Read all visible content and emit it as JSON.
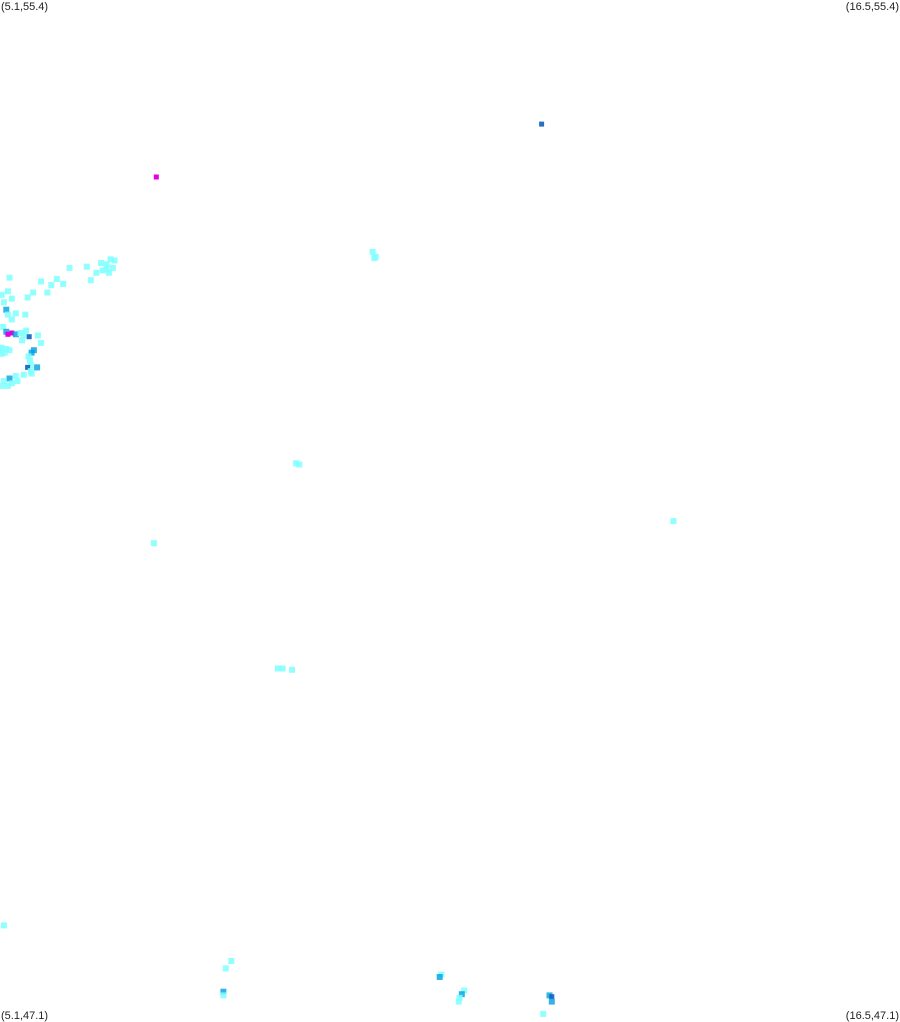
{
  "map": {
    "corners": {
      "top_left": "(5.1,55.4)",
      "top_right": "(16.5,55.4)",
      "bottom_left": "(5.1,47.1)",
      "bottom_right": "(16.5,47.1)"
    },
    "extent": {
      "lon_min": 5.1,
      "lon_max": 16.5,
      "lat_min": 47.1,
      "lat_max": 55.4
    },
    "colors": {
      "low": "#7fffff",
      "mid": "#00a0e0",
      "high": "#1060c0",
      "peak": "#e000e0"
    },
    "points": [
      {
        "lon": 11.96,
        "lat": 54.39,
        "level": "high"
      },
      {
        "lon": 7.08,
        "lat": 53.96,
        "level": "peak"
      },
      {
        "lon": 9.82,
        "lat": 53.35,
        "level": "low"
      },
      {
        "lon": 9.86,
        "lat": 53.31,
        "level": "low"
      },
      {
        "lon": 9.84,
        "lat": 53.3,
        "level": "low"
      },
      {
        "lon": 6.2,
        "lat": 53.23,
        "level": "low"
      },
      {
        "lon": 6.38,
        "lat": 53.26,
        "level": "low"
      },
      {
        "lon": 6.45,
        "lat": 53.25,
        "level": "low"
      },
      {
        "lon": 6.5,
        "lat": 53.29,
        "level": "low"
      },
      {
        "lon": 6.55,
        "lat": 53.28,
        "level": "low"
      },
      {
        "lon": 6.4,
        "lat": 53.2,
        "level": "low"
      },
      {
        "lon": 6.48,
        "lat": 53.18,
        "level": "low"
      },
      {
        "lon": 6.53,
        "lat": 53.22,
        "level": "low"
      },
      {
        "lon": 6.45,
        "lat": 53.21,
        "level": "low"
      },
      {
        "lon": 6.32,
        "lat": 53.18,
        "level": "low"
      },
      {
        "lon": 6.25,
        "lat": 53.12,
        "level": "low"
      },
      {
        "lon": 5.98,
        "lat": 53.22,
        "level": "low"
      },
      {
        "lon": 5.82,
        "lat": 53.13,
        "level": "low"
      },
      {
        "lon": 5.75,
        "lat": 53.08,
        "level": "low"
      },
      {
        "lon": 5.62,
        "lat": 53.11,
        "level": "low"
      },
      {
        "lon": 5.9,
        "lat": 53.09,
        "level": "low"
      },
      {
        "lon": 5.7,
        "lat": 53.02,
        "level": "low"
      },
      {
        "lon": 5.52,
        "lat": 53.02,
        "level": "low"
      },
      {
        "lon": 5.45,
        "lat": 52.98,
        "level": "low"
      },
      {
        "lon": 5.22,
        "lat": 53.14,
        "level": "low"
      },
      {
        "lon": 5.2,
        "lat": 53.03,
        "level": "low"
      },
      {
        "lon": 5.12,
        "lat": 53.0,
        "level": "low"
      },
      {
        "lon": 5.15,
        "lat": 52.94,
        "level": "low"
      },
      {
        "lon": 5.25,
        "lat": 52.97,
        "level": "low"
      },
      {
        "lon": 5.18,
        "lat": 52.88,
        "level": "mid"
      },
      {
        "lon": 5.2,
        "lat": 52.84,
        "level": "low"
      },
      {
        "lon": 5.3,
        "lat": 52.85,
        "level": "low"
      },
      {
        "lon": 5.42,
        "lat": 52.84,
        "level": "low"
      },
      {
        "lon": 5.25,
        "lat": 52.8,
        "level": "low"
      },
      {
        "lon": 5.14,
        "lat": 52.74,
        "level": "low"
      },
      {
        "lon": 5.18,
        "lat": 52.7,
        "level": "mid"
      },
      {
        "lon": 5.2,
        "lat": 52.68,
        "level": "peak"
      },
      {
        "lon": 5.25,
        "lat": 52.69,
        "level": "peak"
      },
      {
        "lon": 5.3,
        "lat": 52.68,
        "level": "mid"
      },
      {
        "lon": 5.36,
        "lat": 52.69,
        "level": "low"
      },
      {
        "lon": 5.43,
        "lat": 52.71,
        "level": "low"
      },
      {
        "lon": 5.4,
        "lat": 52.67,
        "level": "low"
      },
      {
        "lon": 5.38,
        "lat": 52.63,
        "level": "low"
      },
      {
        "lon": 5.47,
        "lat": 52.66,
        "level": "high"
      },
      {
        "lon": 5.58,
        "lat": 52.67,
        "level": "low"
      },
      {
        "lon": 5.62,
        "lat": 52.61,
        "level": "low"
      },
      {
        "lon": 5.53,
        "lat": 52.55,
        "level": "mid"
      },
      {
        "lon": 5.5,
        "lat": 52.53,
        "level": "mid"
      },
      {
        "lon": 5.46,
        "lat": 52.5,
        "level": "low"
      },
      {
        "lon": 5.48,
        "lat": 52.47,
        "level": "low"
      },
      {
        "lon": 5.49,
        "lat": 52.43,
        "level": "low"
      },
      {
        "lon": 5.45,
        "lat": 52.41,
        "level": "high"
      },
      {
        "lon": 5.57,
        "lat": 52.41,
        "level": "mid"
      },
      {
        "lon": 5.49,
        "lat": 52.38,
        "level": "low"
      },
      {
        "lon": 5.5,
        "lat": 52.36,
        "level": "low"
      },
      {
        "lon": 5.4,
        "lat": 52.35,
        "level": "low"
      },
      {
        "lon": 5.3,
        "lat": 52.34,
        "level": "low"
      },
      {
        "lon": 5.22,
        "lat": 52.32,
        "level": "mid"
      },
      {
        "lon": 5.15,
        "lat": 52.3,
        "level": "low"
      },
      {
        "lon": 5.25,
        "lat": 52.28,
        "level": "low"
      },
      {
        "lon": 5.2,
        "lat": 52.26,
        "level": "low"
      },
      {
        "lon": 5.32,
        "lat": 52.3,
        "level": "low"
      },
      {
        "lon": 5.13,
        "lat": 52.26,
        "level": "low"
      },
      {
        "lon": 5.12,
        "lat": 52.57,
        "level": "low"
      },
      {
        "lon": 5.18,
        "lat": 52.56,
        "level": "low"
      },
      {
        "lon": 5.1,
        "lat": 52.56,
        "level": "low"
      },
      {
        "lon": 5.16,
        "lat": 52.53,
        "level": "low"
      },
      {
        "lon": 5.12,
        "lat": 52.52,
        "level": "low"
      },
      {
        "lon": 5.22,
        "lat": 52.55,
        "level": "low"
      },
      {
        "lon": 8.85,
        "lat": 51.63,
        "level": "low"
      },
      {
        "lon": 8.89,
        "lat": 51.62,
        "level": "low"
      },
      {
        "lon": 13.63,
        "lat": 51.16,
        "level": "low"
      },
      {
        "lon": 7.05,
        "lat": 50.98,
        "level": "low"
      },
      {
        "lon": 8.62,
        "lat": 49.96,
        "level": "low"
      },
      {
        "lon": 8.68,
        "lat": 49.96,
        "level": "low"
      },
      {
        "lon": 8.8,
        "lat": 49.95,
        "level": "low"
      },
      {
        "lon": 5.15,
        "lat": 47.87,
        "level": "low"
      },
      {
        "lon": 8.03,
        "lat": 47.58,
        "level": "low"
      },
      {
        "lon": 7.96,
        "lat": 47.52,
        "level": "low"
      },
      {
        "lon": 7.93,
        "lat": 47.33,
        "level": "mid"
      },
      {
        "lon": 7.93,
        "lat": 47.3,
        "level": "low"
      },
      {
        "lon": 10.69,
        "lat": 47.47,
        "level": "low"
      },
      {
        "lon": 10.67,
        "lat": 47.45,
        "level": "mid"
      },
      {
        "lon": 10.98,
        "lat": 47.34,
        "level": "low"
      },
      {
        "lon": 10.95,
        "lat": 47.31,
        "level": "mid"
      },
      {
        "lon": 10.92,
        "lat": 47.28,
        "level": "low"
      },
      {
        "lon": 10.91,
        "lat": 47.25,
        "level": "low"
      },
      {
        "lon": 12.06,
        "lat": 47.3,
        "level": "mid"
      },
      {
        "lon": 12.09,
        "lat": 47.29,
        "level": "high"
      },
      {
        "lon": 12.09,
        "lat": 47.25,
        "level": "mid"
      },
      {
        "lon": 11.98,
        "lat": 47.15,
        "level": "low"
      }
    ]
  }
}
